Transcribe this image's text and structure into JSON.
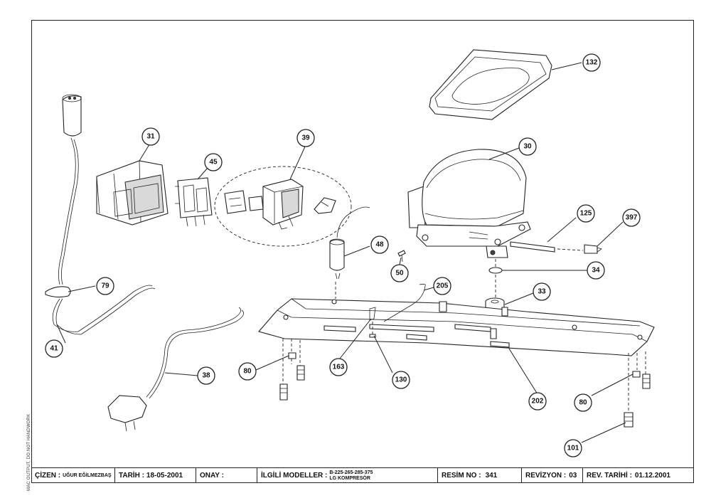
{
  "side_note": "MAC OUTPUT, DO NOT HANDWORK",
  "callouts": {
    "c132": "132",
    "c31": "31",
    "c45": "45",
    "c39": "39",
    "c30": "30",
    "c125": "125",
    "c397": "397",
    "c48": "48",
    "c50": "50",
    "c34": "34",
    "c79": "79",
    "c205": "205",
    "c33": "33",
    "c41": "41",
    "c38": "38",
    "c80a": "80",
    "c163": "163",
    "c130": "130",
    "c202": "202",
    "c80b": "80",
    "c101": "101"
  },
  "title_block": {
    "drawn_by_label": "ÇİZEN :",
    "drawn_by_value": "UĞUR EĞİLMEZBAŞ",
    "date_label": "TARİH :",
    "date_value": "18-05-2001",
    "approval_label": "ONAY :",
    "models_label": "İLGİLİ MODELLER :",
    "models_line1": "B-225-265-285-375",
    "models_line2": "LG KOMPRESÖR",
    "drawing_no_label": "RESİM NO :",
    "drawing_no_value": "341",
    "revision_label": "REVİZYON :",
    "revision_value": "03",
    "rev_date_label": "REV. TARİHİ :",
    "rev_date_value": "01.12.2001"
  }
}
